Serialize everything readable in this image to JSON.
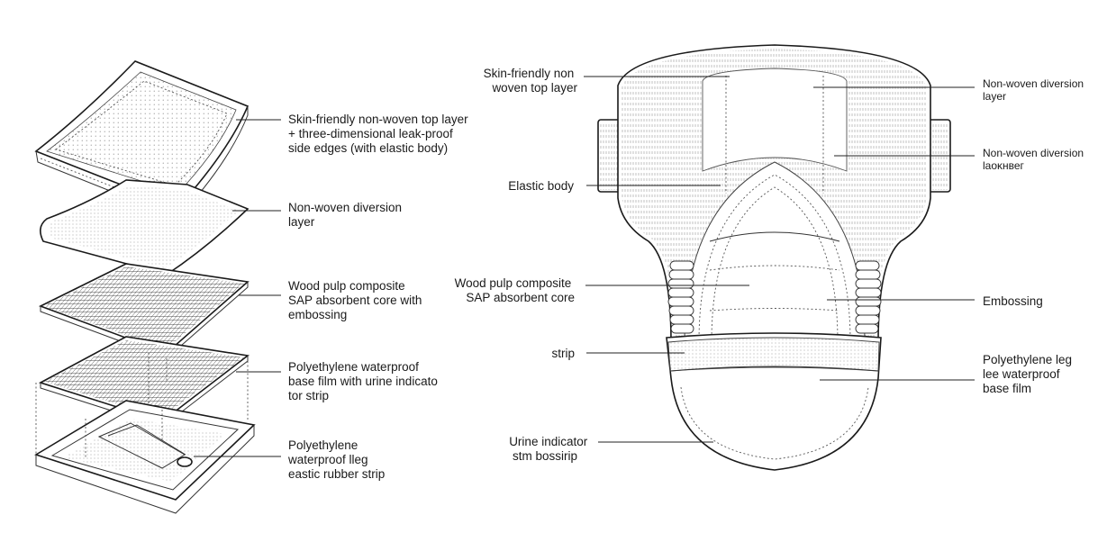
{
  "exploded_view": {
    "labels": [
      [
        "Skin-friendly non-woven top layer",
        "+ three-dimensional leak-proof",
        "side edges (with elastic body)"
      ],
      [
        "Non-woven diversion",
        "layer"
      ],
      [
        "Wood pulp composite",
        "SAP absorbent core with",
        "embossing"
      ],
      [
        "Polyethylene waterproof",
        "base film with urine indicato",
        "tor strip"
      ],
      [
        "Polyethylene",
        "waterproof lleg",
        "eastic rubber strip"
      ]
    ]
  },
  "assembled_view": {
    "left_labels": [
      [
        "Skin-friendly non",
        "woven top layer"
      ],
      [
        "Elastic body"
      ],
      [
        "Wood pulp composite",
        "SAP absorbent core"
      ],
      [
        "strip"
      ],
      [
        "Urine indicator",
        "stm bossirip"
      ]
    ],
    "right_labels": [
      [
        "Non-woven diversion",
        "layer"
      ],
      [
        "Non-woven diversion",
        "laοκнвег"
      ],
      [
        "Embossing"
      ],
      [
        "Polyethylene leg",
        "lee waterproof",
        "base film"
      ]
    ]
  }
}
